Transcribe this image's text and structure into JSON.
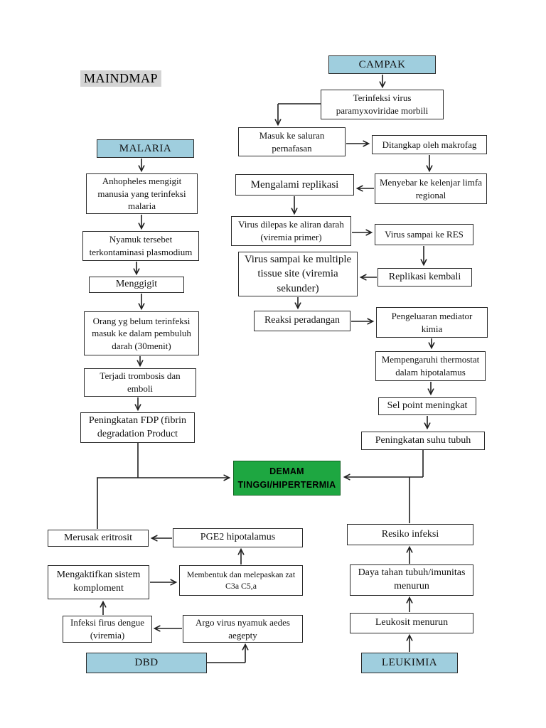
{
  "page": {
    "title": "MAINDMAP"
  },
  "colors": {
    "topic_fill": "#9fcede",
    "center_fill": "#1ea741",
    "box_border": "#2b2b2b",
    "title_highlight": "#d4d4d4",
    "line": "#1f1f1f"
  },
  "nodes": {
    "malaria": {
      "label": "MALARIA"
    },
    "anhopheles": {
      "label": "Anhopheles mengigit manusia yang terinfeksi malaria"
    },
    "nyamuk": {
      "label": "Nyamuk tersebet terkontaminasi plasmodium"
    },
    "menggigit": {
      "label": "Menggigit"
    },
    "orang": {
      "label": "Orang yg belum terinfeksi masuk ke dalam pembuluh darah (30menit)"
    },
    "trombosis": {
      "label": "Terjadi trombosis dan emboli"
    },
    "fdp": {
      "label": "Peningkatan FDP (fibrin degradation Product"
    },
    "campak": {
      "label": "CAMPAK"
    },
    "terinfeksi": {
      "label": "Terinfeksi virus paramyxoviridae morbili"
    },
    "masuk": {
      "label": "Masuk ke saluran pernafasan"
    },
    "ditangkap": {
      "label": "Ditangkap oleh makrofag"
    },
    "replikasi": {
      "label": "Mengalami replikasi"
    },
    "menyebar": {
      "label": "Menyebar ke kelenjar limfa regional"
    },
    "dilepas": {
      "label": "Virus dilepas ke aliran darah (viremia primer)"
    },
    "res": {
      "label": "Virus sampai ke RES"
    },
    "multiple": {
      "label": "Virus sampai ke multiple tissue site (viremia sekunder)"
    },
    "kembali": {
      "label": "Replikasi kembali"
    },
    "reaksi": {
      "label": "Reaksi peradangan"
    },
    "mediator": {
      "label": "Pengeluaran mediator kimia"
    },
    "thermostat": {
      "label": "Mempengaruhi thermostat dalam hipotalamus"
    },
    "selpoint": {
      "label": "Sel point meningkat"
    },
    "suhu": {
      "label": "Peningkatan suhu tubuh"
    },
    "demam": {
      "label": "DEMAM TINGGI/HIPERTERMIA"
    },
    "merusak": {
      "label": "Merusak eritrosit"
    },
    "pge2": {
      "label": "PGE2 hipotalamus"
    },
    "mengaktifkan": {
      "label": "Mengaktifkan sistem komploment"
    },
    "membentuk": {
      "label": "Membentuk dan melepaskan zat C3a C5,a"
    },
    "infeksi": {
      "label": "Infeksi firus dengue (viremia)"
    },
    "argo": {
      "label": "Argo virus nyamuk aedes aegepty"
    },
    "dbd": {
      "label": "DBD"
    },
    "resiko": {
      "label": "Resiko infeksi"
    },
    "daya": {
      "label": "Daya tahan tubuh/imunitas menurun"
    },
    "leukosit": {
      "label": "Leukosit menurun"
    },
    "leukimia": {
      "label": "LEUKIMIA"
    }
  },
  "edges": [
    {
      "from": "malaria",
      "to": "anhopheles"
    },
    {
      "from": "anhopheles",
      "to": "nyamuk"
    },
    {
      "from": "nyamuk",
      "to": "menggigit"
    },
    {
      "from": "menggigit",
      "to": "orang"
    },
    {
      "from": "orang",
      "to": "trombosis"
    },
    {
      "from": "trombosis",
      "to": "fdp"
    },
    {
      "from": "fdp",
      "to": "demam"
    },
    {
      "from": "merusak",
      "to": "demam"
    },
    {
      "from": "campak",
      "to": "terinfeksi"
    },
    {
      "from": "terinfeksi",
      "to": "masuk"
    },
    {
      "from": "masuk",
      "to": "ditangkap"
    },
    {
      "from": "ditangkap",
      "to": "menyebar"
    },
    {
      "from": "menyebar",
      "to": "replikasi"
    },
    {
      "from": "replikasi",
      "to": "dilepas"
    },
    {
      "from": "dilepas",
      "to": "res"
    },
    {
      "from": "res",
      "to": "kembali"
    },
    {
      "from": "kembali",
      "to": "multiple"
    },
    {
      "from": "multiple",
      "to": "reaksi"
    },
    {
      "from": "reaksi",
      "to": "mediator"
    },
    {
      "from": "mediator",
      "to": "thermostat"
    },
    {
      "from": "thermostat",
      "to": "selpoint"
    },
    {
      "from": "selpoint",
      "to": "suhu"
    },
    {
      "from": "suhu",
      "to": "demam"
    },
    {
      "from": "resiko",
      "to": "demam"
    },
    {
      "from": "daya",
      "to": "resiko"
    },
    {
      "from": "leukosit",
      "to": "daya"
    },
    {
      "from": "leukimia",
      "to": "leukosit"
    },
    {
      "from": "pge2",
      "to": "merusak"
    },
    {
      "from": "membentuk",
      "to": "pge2"
    },
    {
      "from": "mengaktifkan",
      "to": "membentuk"
    },
    {
      "from": "infeksi",
      "to": "mengaktifkan"
    },
    {
      "from": "argo",
      "to": "infeksi"
    },
    {
      "from": "dbd",
      "to": "argo"
    }
  ]
}
